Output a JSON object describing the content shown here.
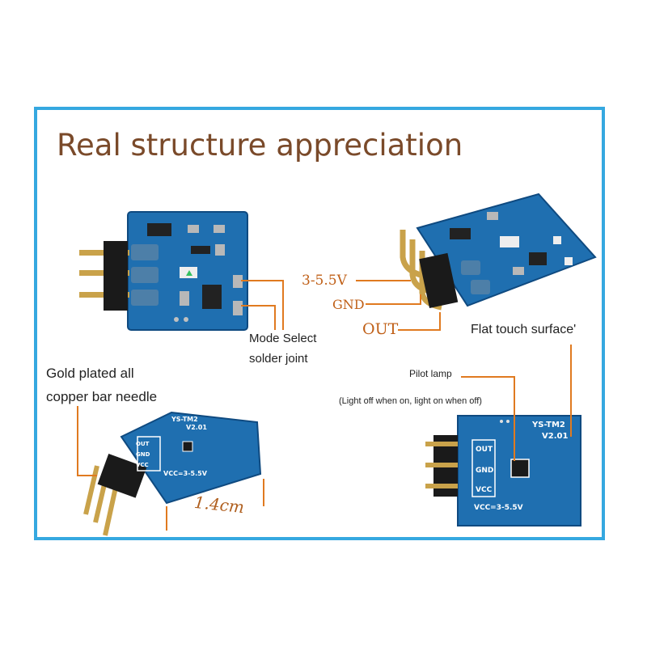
{
  "title": "Real structure appreciation",
  "labels": {
    "v": "3-5.5V",
    "gnd": "GND",
    "out": "OUT",
    "flat": "Flat touch surface'",
    "mode1": "Mode Select",
    "mode2": "solder joint",
    "gold1": "Gold plated all",
    "gold2": "copper bar needle",
    "pilot": "Pilot lamp",
    "light": "(Light off when on, light on when off)",
    "dim": "1.4cm"
  },
  "silkscreen": {
    "model1": "YS-TM2",
    "ver1": "V2.01",
    "out1": "OUT",
    "gnd1": "GND",
    "vcc1": "VCC",
    "vccrange1": "VCC=3-5.5V",
    "model2": "YS-TM2",
    "ver2": "V2.01",
    "out2": "OUT",
    "gnd2": "GND",
    "vcc2": "VCC",
    "vccrange2": "VCC=3-5.5V"
  },
  "colors": {
    "frame": "#35a8e0",
    "title": "#7a4a2a",
    "pcb": "#1f6fb0",
    "callout": "#e07a20",
    "pin": "#c9a24a"
  }
}
